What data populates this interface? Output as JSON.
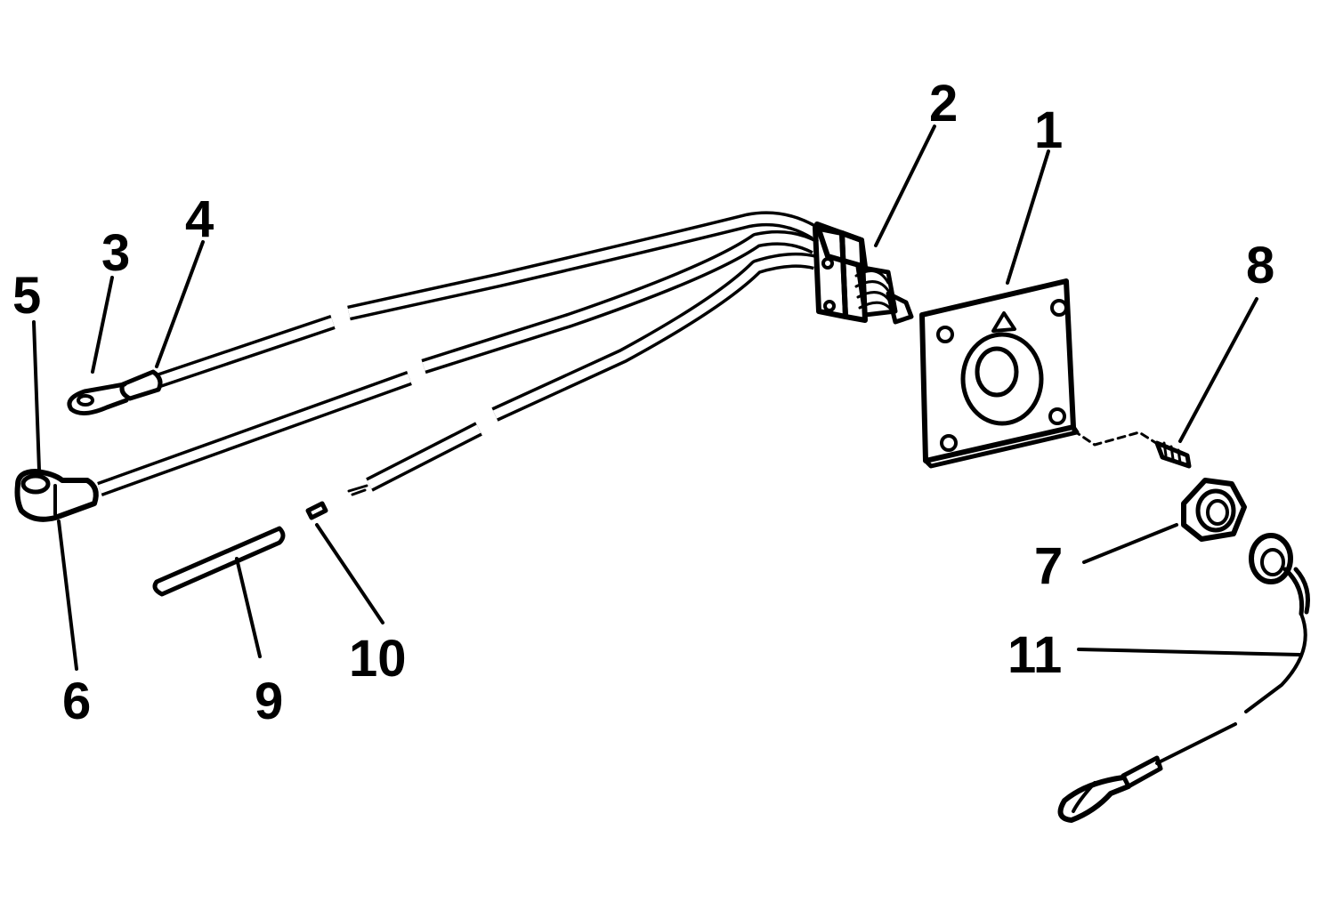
{
  "parts": [
    {
      "id": "part-1",
      "label": "1",
      "name": "mounting-plate"
    },
    {
      "id": "part-2",
      "label": "2",
      "name": "push-button-switch"
    },
    {
      "id": "part-3",
      "label": "3",
      "name": "ring-terminal"
    },
    {
      "id": "part-4",
      "label": "4",
      "name": "terminal-sleeve"
    },
    {
      "id": "part-5",
      "label": "5",
      "name": "ring-terminal-eye"
    },
    {
      "id": "part-6",
      "label": "6",
      "name": "terminal-boot"
    },
    {
      "id": "part-7",
      "label": "7",
      "name": "hex-nut"
    },
    {
      "id": "part-8",
      "label": "8",
      "name": "screw"
    },
    {
      "id": "part-9",
      "label": "9",
      "name": "tubing"
    },
    {
      "id": "part-10",
      "label": "10",
      "name": "connector-sleeve"
    },
    {
      "id": "part-11",
      "label": "11",
      "name": "lanyard-cord-clip"
    }
  ],
  "colors": {
    "ink": "#000000",
    "paper": "#ffffff"
  }
}
